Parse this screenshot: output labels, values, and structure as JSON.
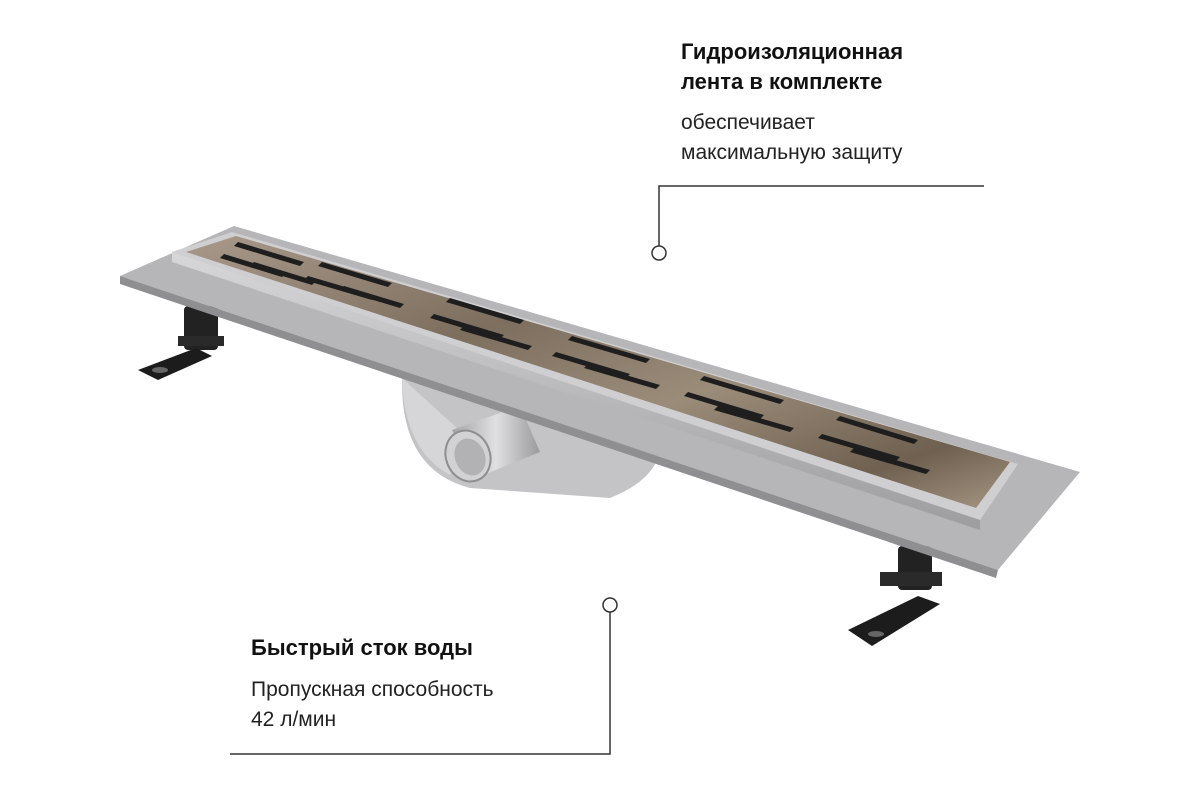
{
  "callouts": {
    "top": {
      "title": "Гидроизоляционная\nлента в комплекте",
      "text": "обеспечивает\nмаксимальную защиту"
    },
    "bottom": {
      "title": "Быстрый сток воды",
      "text": "Пропускная способность\n42 л/мин"
    }
  },
  "colors": {
    "background": "#ffffff",
    "text": "#111111",
    "leader_line": "#333333",
    "grate": "#8a7b68",
    "frame": "#c9c9cb",
    "flange": "#b8b8ba",
    "feet": "#1c1c1c"
  }
}
